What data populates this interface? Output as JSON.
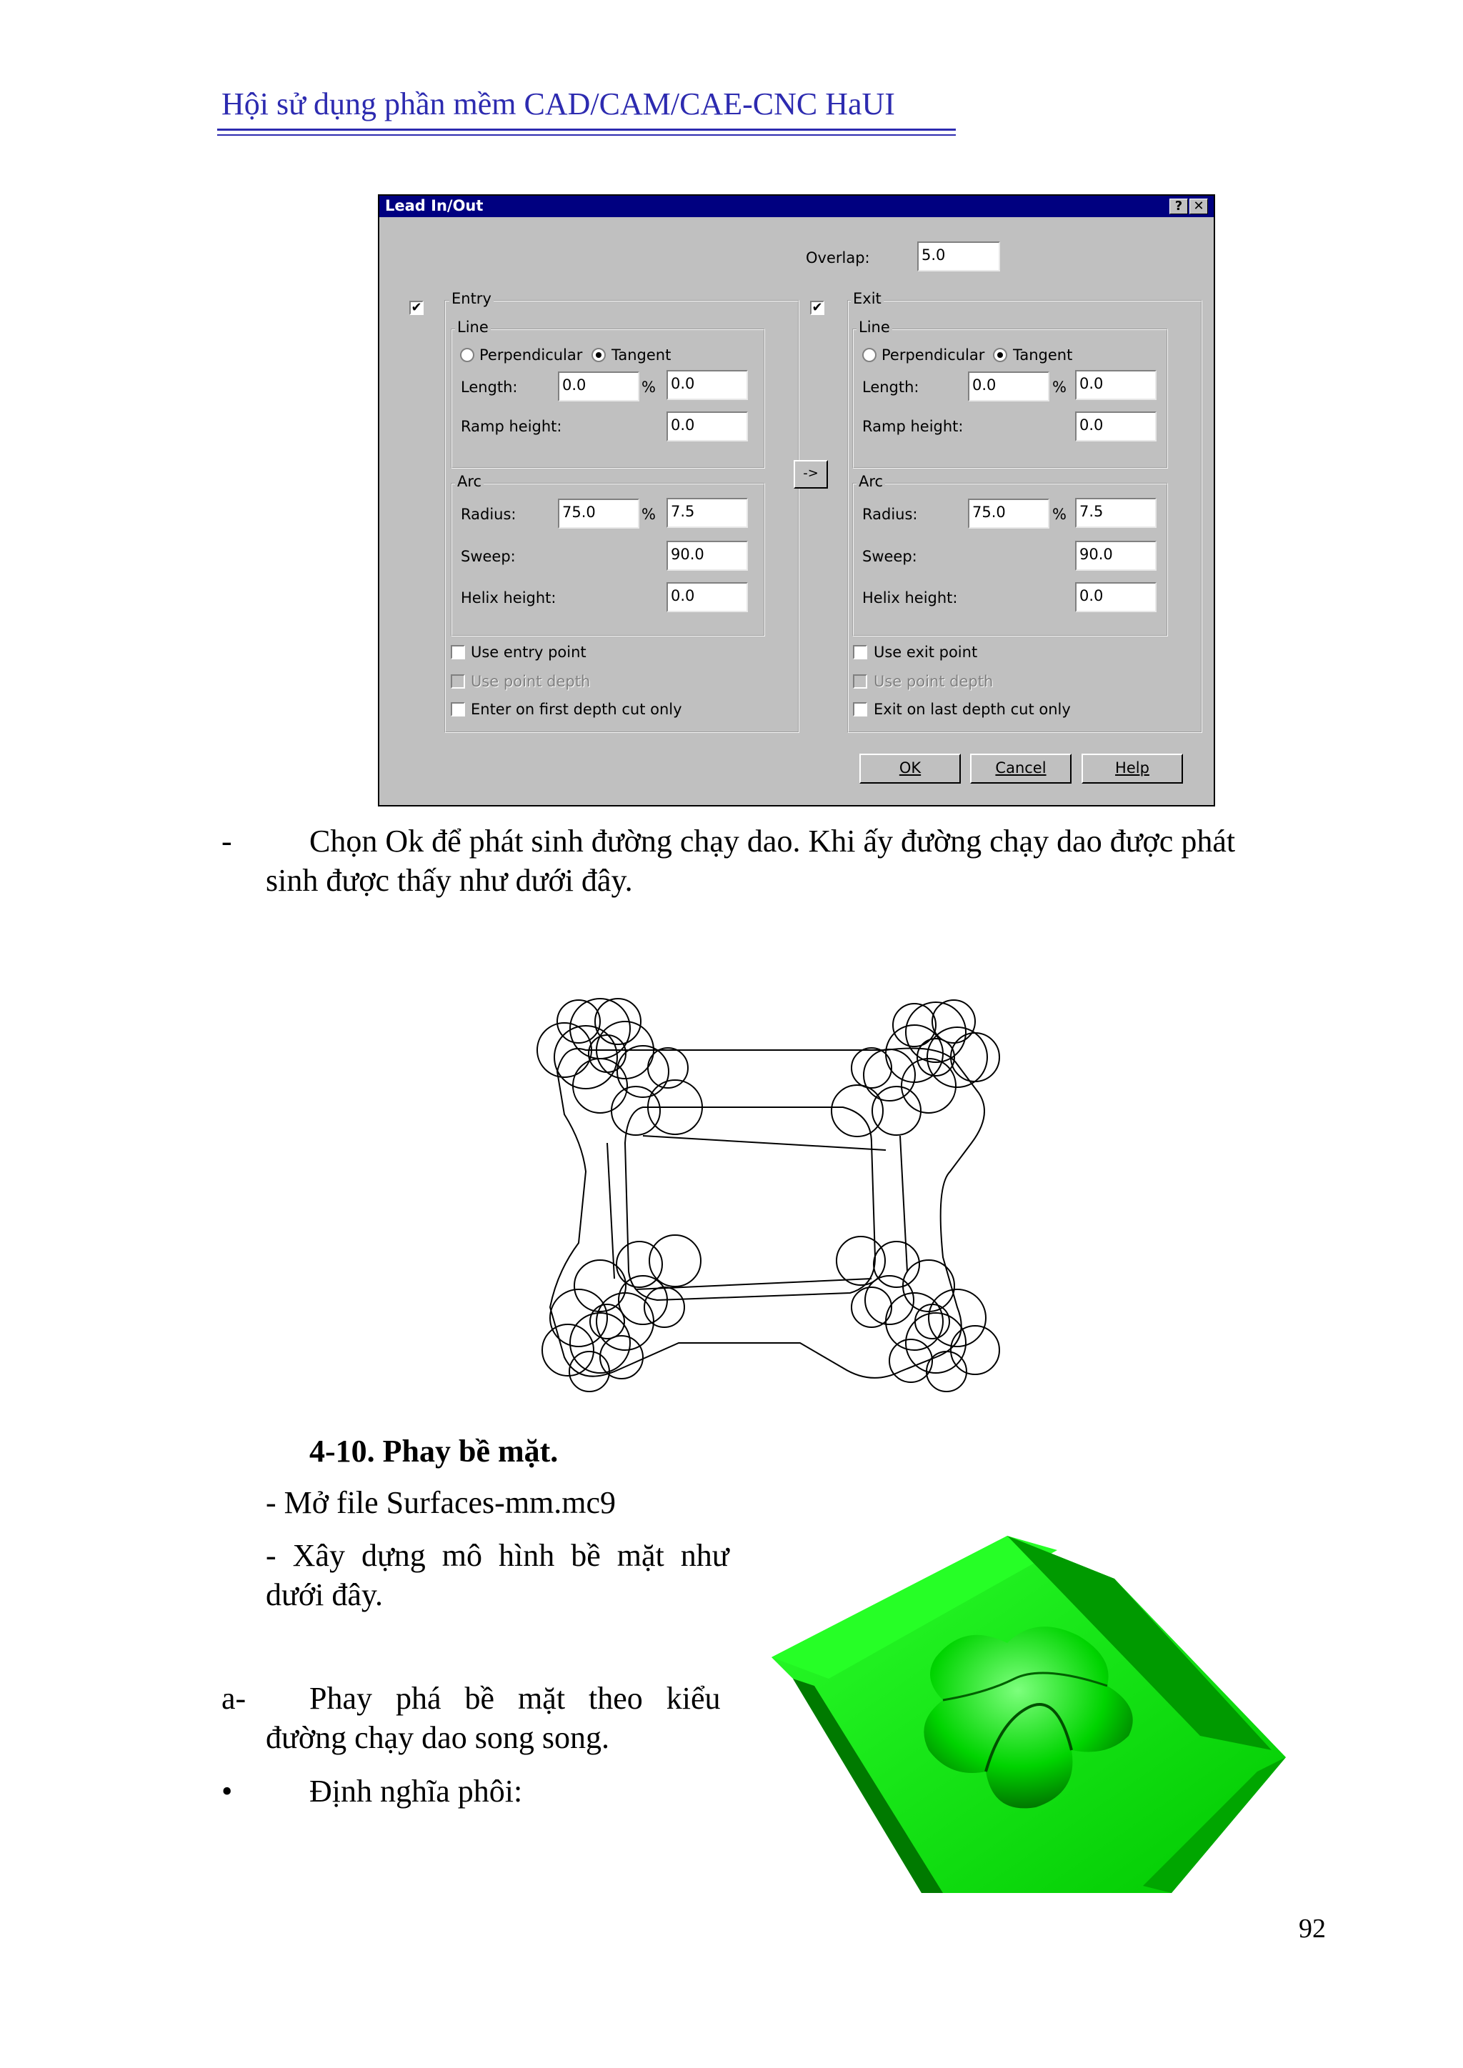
{
  "header": {
    "title": "Hội sử dụng phần mềm CAD/CAM/CAE-CNC HaUI"
  },
  "dialog": {
    "title": "Lead In/Out",
    "help_glyph": "?",
    "close_glyph": "✕",
    "overlap_label": "Overlap:",
    "overlap_value": "5.0",
    "entry": {
      "checked": "✔",
      "label": "Entry",
      "line_label": "Line",
      "perpendicular": "Perpendicular",
      "tangent": "Tangent",
      "length_label": "Length:",
      "length_value": "0.0",
      "percent": "%",
      "length_pct": "0.0",
      "ramp_label": "Ramp height:",
      "ramp_value": "0.0",
      "arc_label": "Arc",
      "radius_label": "Radius:",
      "radius_value": "75.0",
      "radius_pct": "7.5",
      "sweep_label": "Sweep:",
      "sweep_value": "90.0",
      "helix_label": "Helix height:",
      "helix_value": "0.0",
      "use_point": "Use entry point",
      "use_depth": "Use point depth",
      "depth_cut": "Enter on first depth cut only"
    },
    "exit": {
      "checked": "✔",
      "label": "Exit",
      "line_label": "Line",
      "perpendicular": "Perpendicular",
      "tangent": "Tangent",
      "length_label": "Length:",
      "length_value": "0.0",
      "percent": "%",
      "length_pct": "0.0",
      "ramp_label": "Ramp height:",
      "ramp_value": "0.0",
      "arc_label": "Arc",
      "radius_label": "Radius:",
      "radius_value": "75.0",
      "radius_pct": "7.5",
      "sweep_label": "Sweep:",
      "sweep_value": "90.0",
      "helix_label": "Helix height:",
      "helix_value": "0.0",
      "use_point": "Use exit point",
      "use_depth": "Use point depth",
      "depth_cut": "Exit on last depth cut only"
    },
    "copy_button": "->",
    "ok": "OK",
    "cancel": "Cancel",
    "help": "Help"
  },
  "body": {
    "bullet_dash": "-",
    "para1_line1": "Chọn Ok để phát sinh đường chạy dao. Khi ấy đường chạy dao được phát",
    "para1_line2": "sinh được thấy như dưới đây.",
    "section_heading": "4-10. Phay bề mặt.",
    "open_file": "- Mở file Surfaces-mm.mc9",
    "build_line1": "- Xây dựng mô hình bề mặt như",
    "build_line2": "dưới đây.",
    "item_a_label": "a-",
    "item_a_line1": "Phay phá bề mặt theo kiểu",
    "item_a_line2": "đường chạy dao song song.",
    "bullet_dot": "•",
    "define_stock": "Định nghĩa phôi:",
    "page_number": "92"
  },
  "colors": {
    "header_blue": "#2d2bb0",
    "titlebar": "#000080",
    "surface_green": "#00e000"
  }
}
